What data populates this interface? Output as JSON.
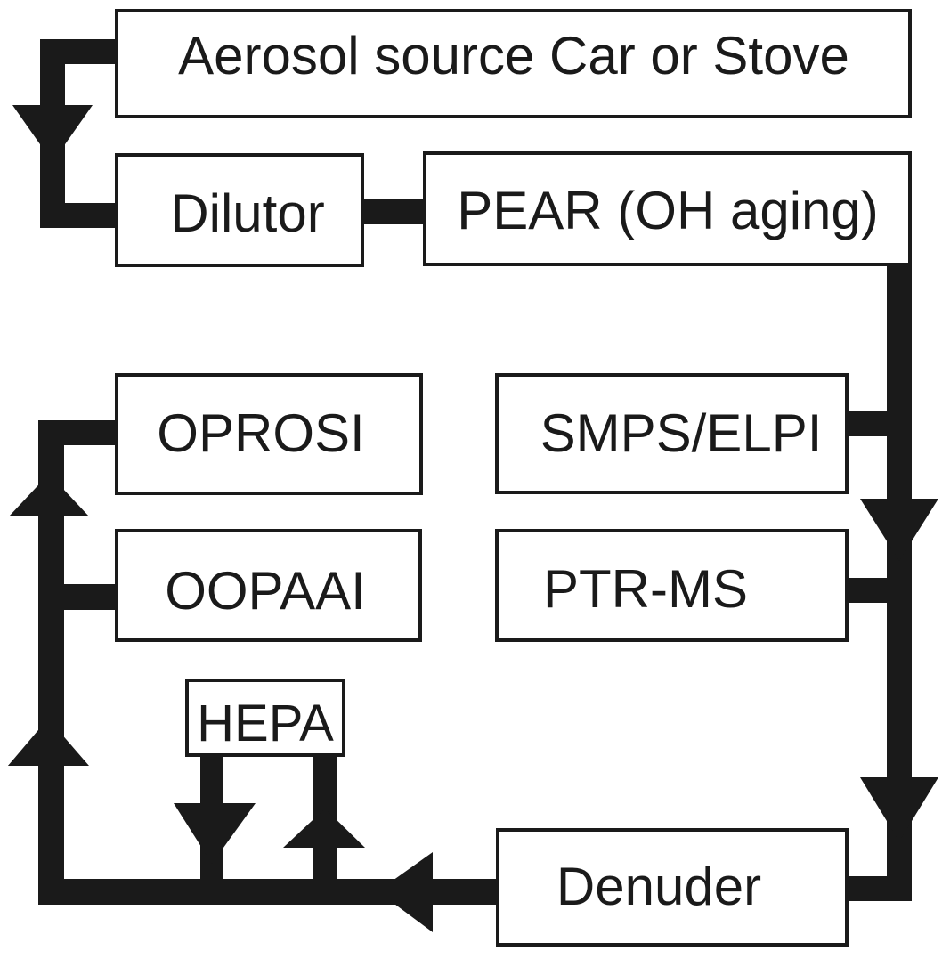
{
  "diagram": {
    "type": "flow-schematic",
    "colors": {
      "line": "#1a1a1a",
      "box_fill": "#ffffff",
      "background": "#ffffff"
    },
    "nodes": [
      {
        "id": "source",
        "label": "Aerosol source Car or Stove"
      },
      {
        "id": "dilutor",
        "label": "Dilutor"
      },
      {
        "id": "pear",
        "label": "PEAR (OH aging)"
      },
      {
        "id": "smps",
        "label": "SMPS/ELPI"
      },
      {
        "id": "ptrms",
        "label": "PTR-MS"
      },
      {
        "id": "oprosi",
        "label": "OPROSI"
      },
      {
        "id": "oopaai",
        "label": "OOPAAI"
      },
      {
        "id": "hepa",
        "label": "HEPA"
      },
      {
        "id": "denuder",
        "label": "Denuder"
      }
    ],
    "edges": [
      {
        "from": "source",
        "to": "dilutor",
        "direction": "down"
      },
      {
        "from": "dilutor",
        "to": "pear",
        "direction": "none"
      },
      {
        "from": "pear",
        "to": "smps",
        "direction": "down"
      },
      {
        "from": "pear",
        "to": "ptrms",
        "direction": "down"
      },
      {
        "from": "pear",
        "to": "denuder",
        "direction": "down"
      },
      {
        "from": "denuder",
        "to": "hepa",
        "direction": "left"
      },
      {
        "from": "denuder",
        "to": "oopaai",
        "direction": "up"
      },
      {
        "from": "denuder",
        "to": "oprosi",
        "direction": "up"
      }
    ]
  }
}
